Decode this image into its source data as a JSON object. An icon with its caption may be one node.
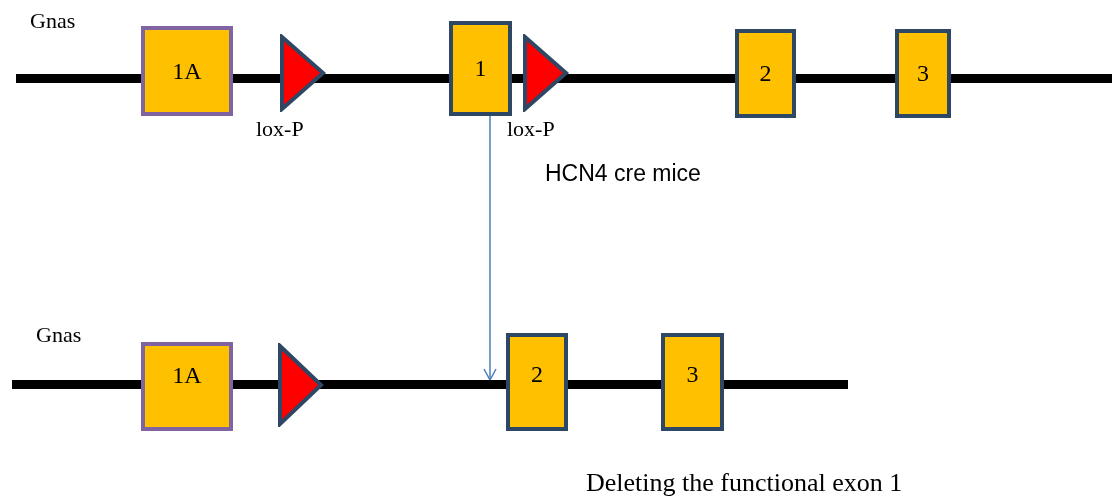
{
  "diagram": {
    "caption": "Deleting the functional exon 1",
    "labels": [
      "Gnas",
      "Gnas"
    ],
    "nodes": [
      {
        "text": [],
        "shape": "bar"
      },
      {
        "text": [
          "1A"
        ]
      },
      {
        "text": [],
        "shape": "triangle",
        "beside": [
          "lox-P"
        ]
      },
      {
        "text": [
          "1"
        ]
      },
      {
        "text": [],
        "shape": "triangle",
        "beside": [
          "lox-P"
        ]
      },
      {
        "text": [
          "2"
        ]
      },
      {
        "text": [
          "3"
        ]
      },
      {
        "text": [],
        "shape": "bar"
      },
      {
        "text": [
          "1A"
        ]
      },
      {
        "text": [],
        "shape": "triangle"
      },
      {
        "text": [
          "2"
        ]
      },
      {
        "text": [
          "3"
        ]
      }
    ],
    "edges": [
      {
        "from": 3,
        "to": 7,
        "arrow": "to",
        "label": "HCN4 cre mice"
      }
    ]
  }
}
